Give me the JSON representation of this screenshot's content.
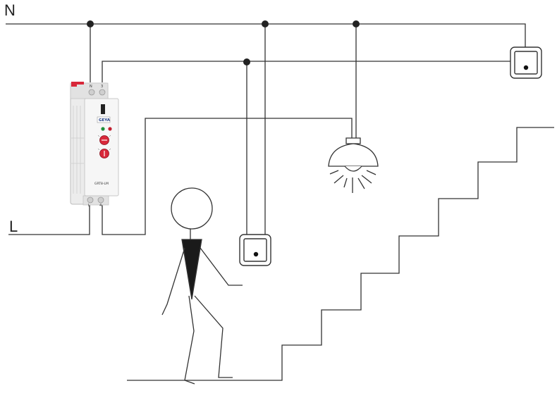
{
  "labels": {
    "neutral": "N",
    "live": "L"
  },
  "relay": {
    "brand": "GEYA",
    "model": "GRT8-LM",
    "top_terminals": [
      "N",
      "3"
    ],
    "bottom_terminals": [
      "L",
      "4"
    ]
  },
  "colors": {
    "wire": "#333333",
    "relay_body": "#ececec",
    "relay_accent": "#d8283a",
    "figure_body": "#1a1a1a"
  },
  "icons": [
    "push-button-icon",
    "ceiling-lamp-icon",
    "staircase-icon",
    "person-icon",
    "timer-relay-icon"
  ]
}
